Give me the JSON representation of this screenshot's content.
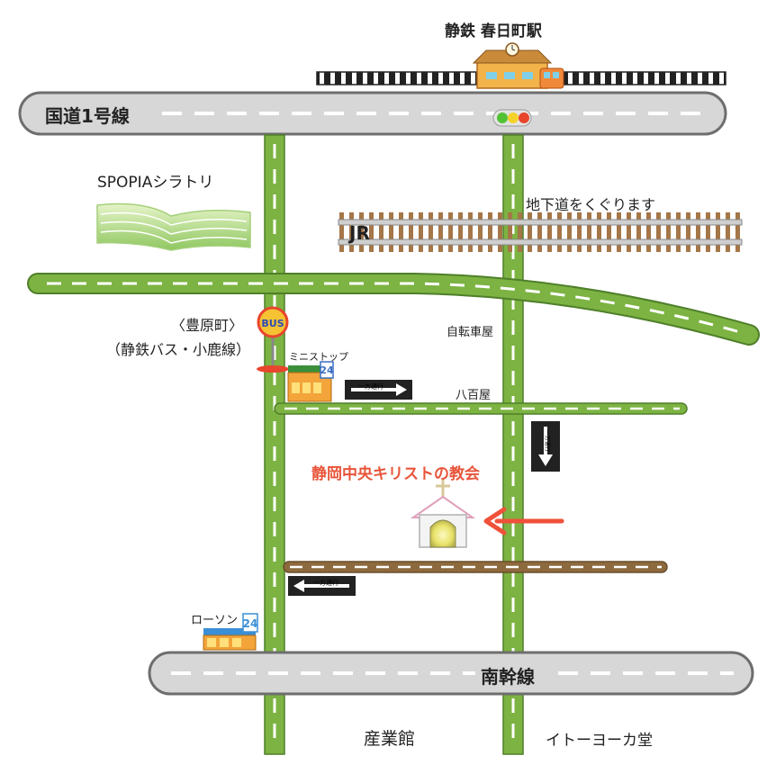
{
  "labels": {
    "station": "静鉄 春日町駅",
    "route1": "国道1号線",
    "spopia": "SPOPIAシラトリ",
    "underpass": "地下道をくぐります",
    "jr": "JR",
    "bus_stop_name": "〈豊原町〉",
    "bus_line": "（静鉄バス・小鹿線）",
    "bus_sign": "BUS",
    "bicycle_shop": "自転車屋",
    "ministop": "ミニストップ",
    "ministop_24": "24",
    "greengrocer": "八百屋",
    "church": "静岡中央キリストの教会",
    "lawson": "ローソン",
    "lawson_24": "24",
    "nankan": "南幹線",
    "sangyokan": "産業館",
    "itoyokado": "イトーヨーカ堂",
    "oneway_right": "一方通行",
    "oneway_down": "一方通行",
    "oneway_left": "一方通行"
  },
  "colors": {
    "green_road": "#7cb342",
    "green_road_edge": "#4f7f2a",
    "grey_road": "#d7d7d7",
    "grey_road_edge": "#6e6e6e",
    "brown_road": "#8d6a3e",
    "church_arrow": "#f0513a",
    "church_text": "#e8553a",
    "ministop_blue": "#3b6fc4",
    "lawson_blue": "#3a8fd6"
  }
}
